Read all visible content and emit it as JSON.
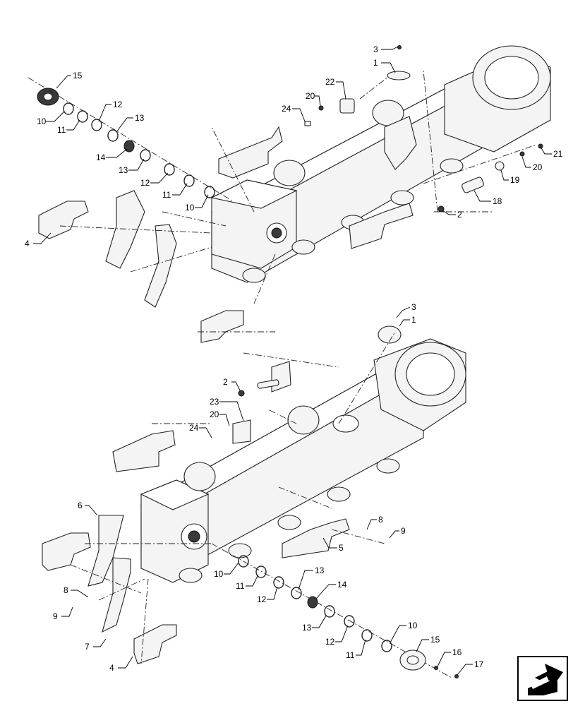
{
  "upper_assembly": {
    "callouts": [
      "15",
      "10",
      "11",
      "12",
      "13",
      "14",
      "13",
      "12",
      "11",
      "10",
      "4",
      "3",
      "1",
      "22",
      "20",
      "24",
      "21",
      "20",
      "19",
      "18",
      "2"
    ]
  },
  "lower_assembly": {
    "callouts": [
      "3",
      "1",
      "2",
      "23",
      "20",
      "24",
      "6",
      "8",
      "9",
      "5",
      "10",
      "11",
      "12",
      "13",
      "14",
      "13",
      "12",
      "11",
      "10",
      "15",
      "16",
      "17",
      "8",
      "9",
      "7",
      "4"
    ]
  },
  "navigation": {
    "icon": "next-page-arrow-icon"
  }
}
